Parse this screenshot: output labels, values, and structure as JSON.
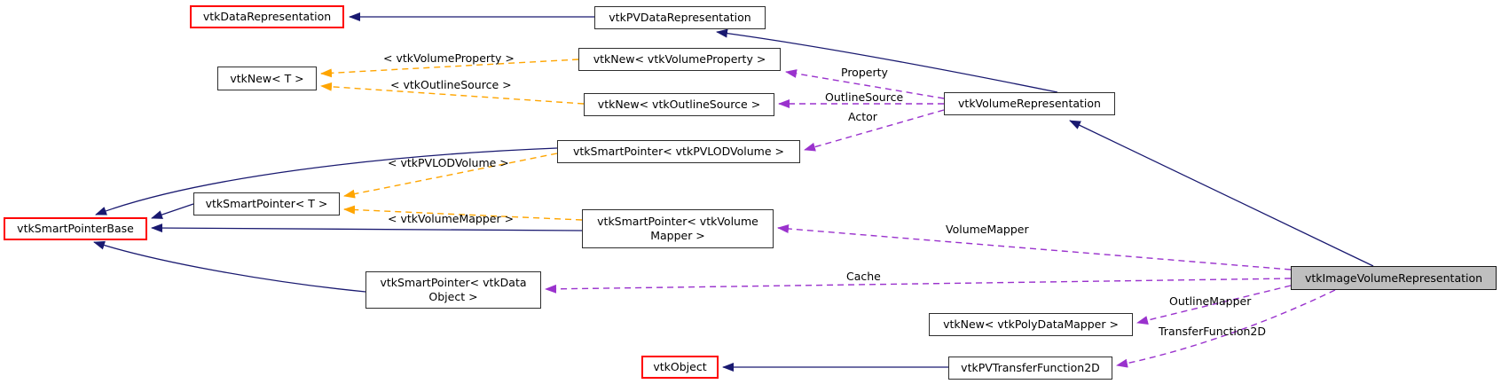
{
  "diagram": {
    "kind": "doxygen collaboration graph",
    "focus_class": "vtkImageVolumeRepresentation",
    "colors": {
      "inheritance_edge": "#191970",
      "usage_edge": "#9a32cd",
      "template_edge": "#ffa500",
      "highlight_border": "#ff0000",
      "focus_fill": "#bfbfbf",
      "box_border": "#2e2e2e",
      "background": "#ffffff"
    },
    "nodes": [
      {
        "label": "vtkDataRepresentation",
        "variant": "red"
      },
      {
        "label": "vtkPVDataRepresentation",
        "variant": "normal"
      },
      {
        "label": "vtkNew< T >",
        "variant": "normal"
      },
      {
        "label": "vtkNew< vtkVolumeProperty >",
        "variant": "normal"
      },
      {
        "label": "vtkNew< vtkOutlineSource >",
        "variant": "normal"
      },
      {
        "label": "vtkVolumeRepresentation",
        "variant": "normal"
      },
      {
        "label": "vtkSmartPointer< vtkPVLODVolume >",
        "variant": "normal"
      },
      {
        "label": "vtkSmartPointer< T >",
        "variant": "normal"
      },
      {
        "label": "vtkSmartPointer< vtkVolume\nMapper >",
        "variant": "normal"
      },
      {
        "label": "vtkSmartPointerBase",
        "variant": "red"
      },
      {
        "label": "vtkSmartPointer< vtkData\nObject >",
        "variant": "normal"
      },
      {
        "label": "vtkImageVolumeRepresentation",
        "variant": "focus"
      },
      {
        "label": "vtkNew< vtkPolyDataMapper >",
        "variant": "normal"
      },
      {
        "label": "vtkPVTransferFunction2D",
        "variant": "normal"
      },
      {
        "label": "vtkObject",
        "variant": "red"
      }
    ],
    "edge_labels": {
      "property": "Property",
      "outline_source": "OutlineSource",
      "actor": "Actor",
      "volume_mapper": "VolumeMapper",
      "cache": "Cache",
      "outline_mapper": "OutlineMapper",
      "transfer_function2d": "TransferFunction2D",
      "tpl_volume_property": "< vtkVolumeProperty >",
      "tpl_outline_source": "< vtkOutlineSource >",
      "tpl_pvlod_volume": "< vtkPVLODVolume >",
      "tpl_volume_mapper": "< vtkVolumeMapper >"
    }
  }
}
